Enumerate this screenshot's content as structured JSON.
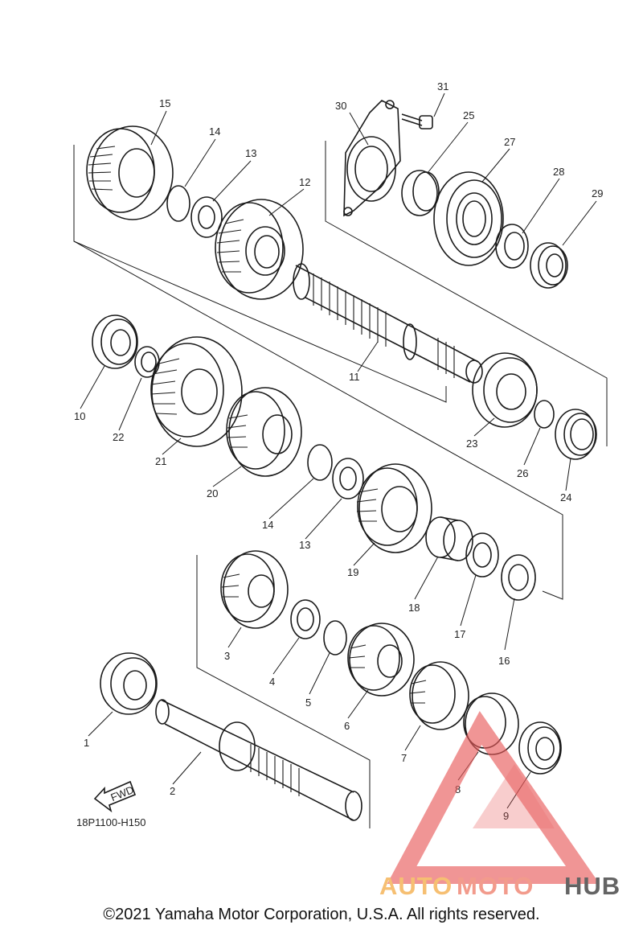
{
  "diagram_code": "18P1100-H150",
  "fwd_label": "FWD",
  "copyright": "©2021 Yamaha Motor Corporation, U.S.A. All rights reserved.",
  "watermark": {
    "part1": "AUTO",
    "part2": "MOTO",
    "part3": "HUB",
    "colors": {
      "auto": "#f5b55a",
      "moto": "#f08a78",
      "hub": "#4a4a4a",
      "triangle": "#e85a5a"
    }
  },
  "part_numbers": [
    "1",
    "2",
    "3",
    "4",
    "5",
    "6",
    "7",
    "8",
    "9",
    "10",
    "11",
    "12",
    "13",
    "14",
    "15",
    "16",
    "17",
    "18",
    "19",
    "20",
    "21",
    "22",
    "23",
    "24",
    "25",
    "26",
    "27",
    "28",
    "29",
    "30",
    "31",
    "13",
    "14"
  ]
}
